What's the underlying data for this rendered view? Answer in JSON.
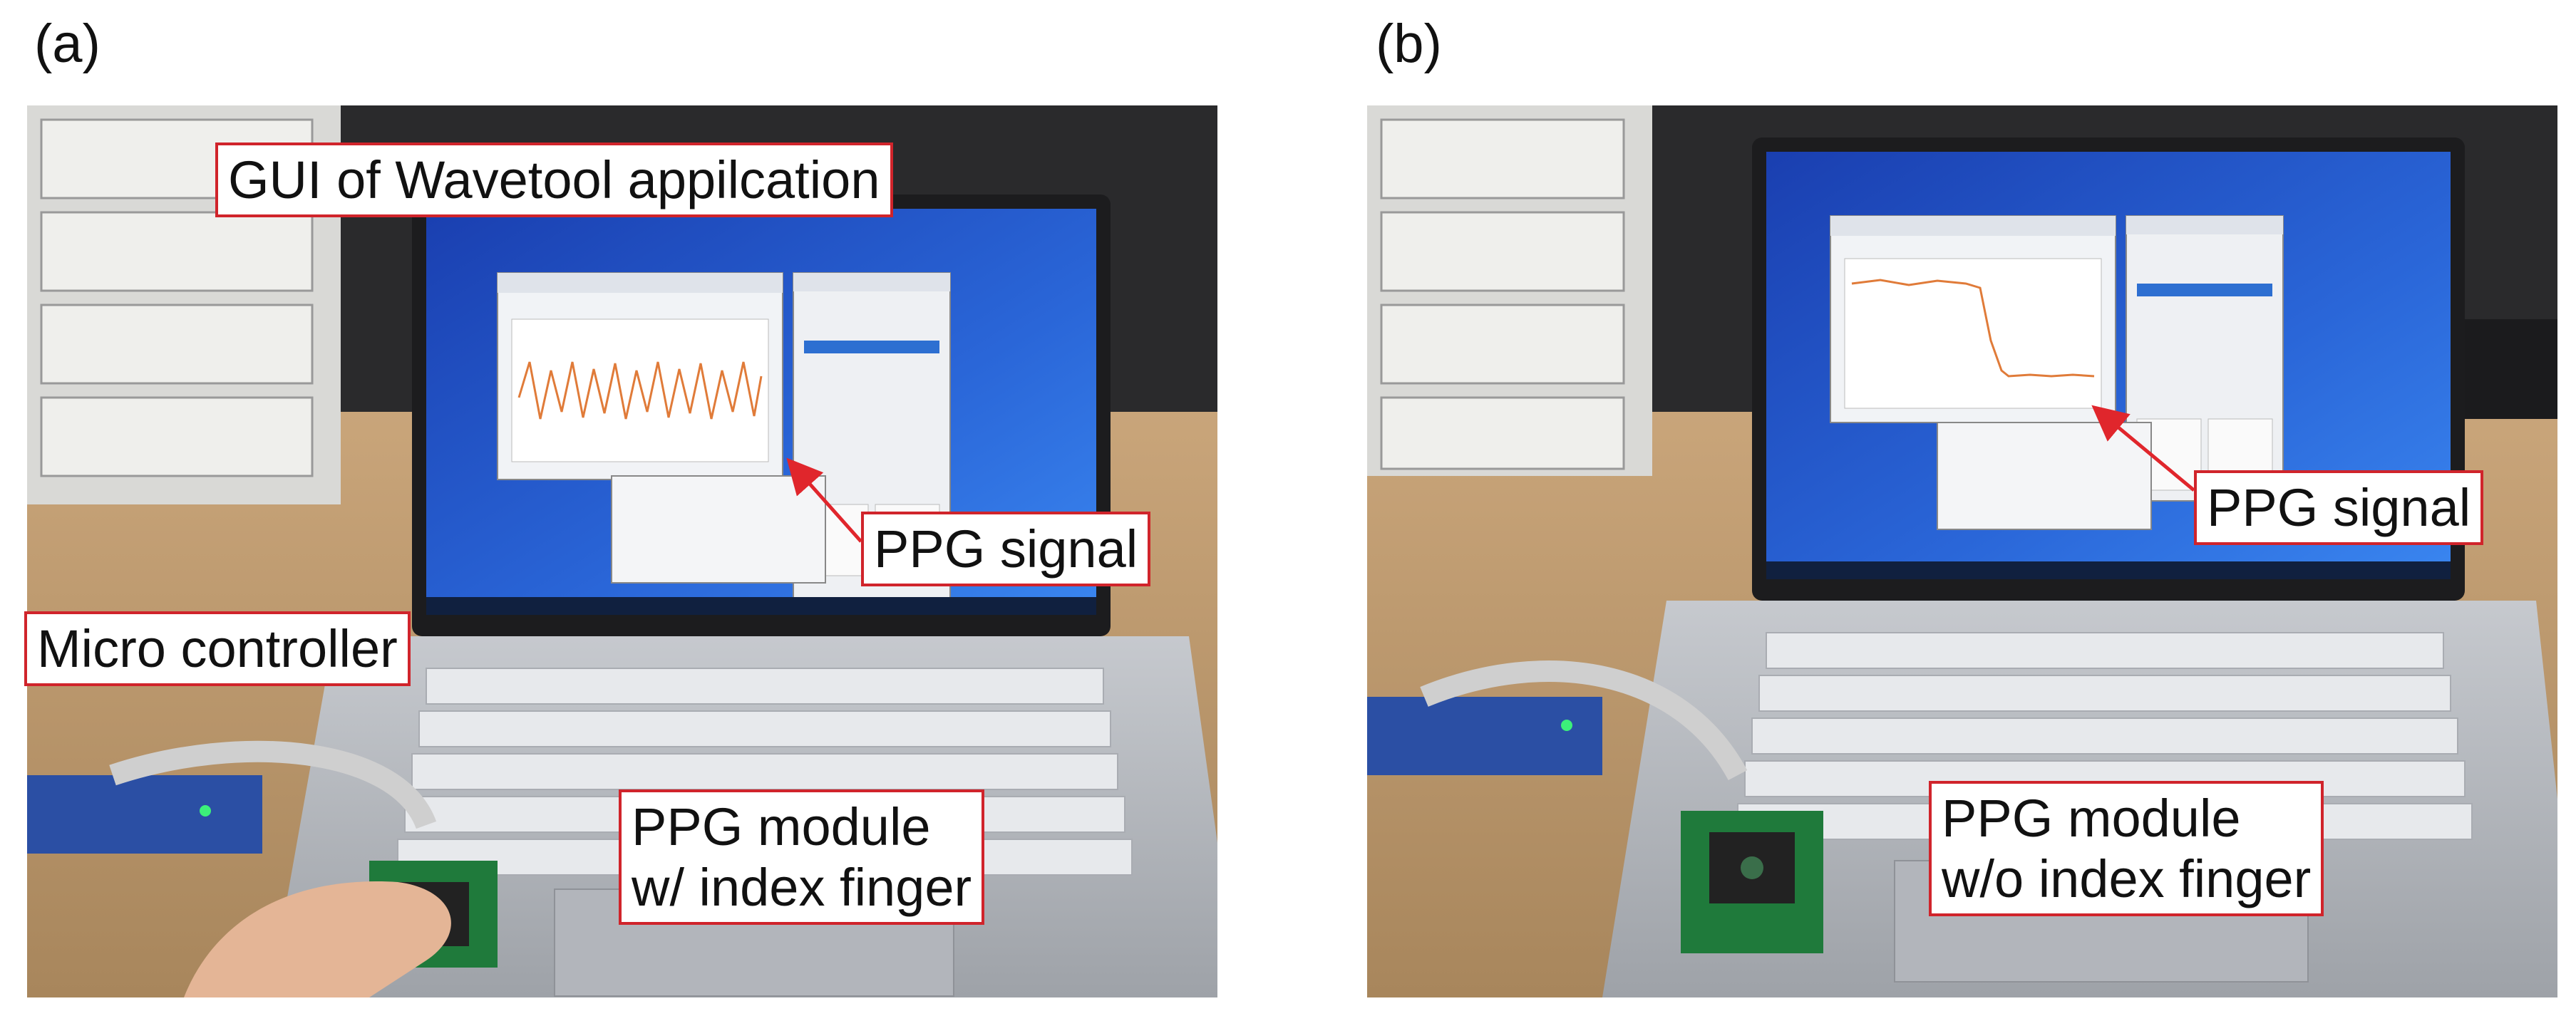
{
  "panels": [
    {
      "letter": "(a)",
      "callouts": {
        "gui": "GUI of Wavetool appilcation",
        "signal": "PPG signal",
        "mcu": "Micro controller",
        "module": [
          "PPG module",
          "w/ index finger"
        ]
      },
      "screen_signal": "oscillating"
    },
    {
      "letter": "(b)",
      "callouts": {
        "signal": "PPG signal",
        "module": [
          "PPG module",
          "w/o index finger"
        ]
      },
      "screen_signal": "drop"
    }
  ],
  "colors": {
    "callout_border": "#d0242b",
    "arrow": "#e0262c",
    "screen_blue": "#1f56c8",
    "signal_orange": "#e07b39",
    "desk": "#b8946a",
    "laptop": "#b9bcc2"
  }
}
